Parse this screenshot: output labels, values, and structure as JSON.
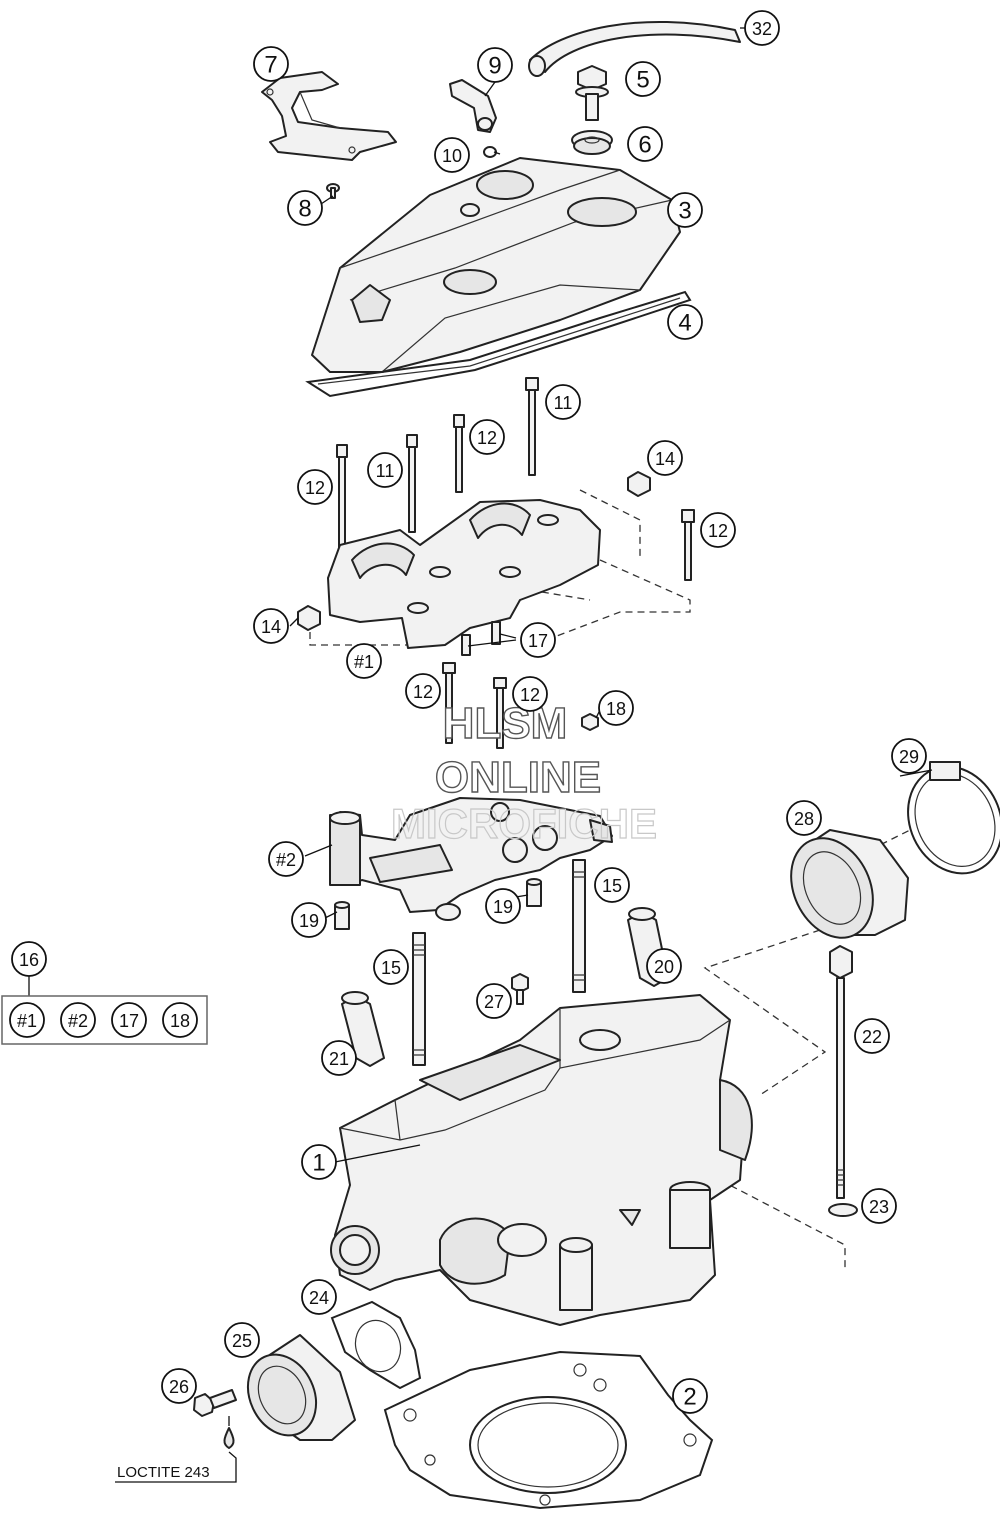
{
  "diagram": {
    "callouts": [
      "32",
      "7",
      "9",
      "5",
      "10",
      "6",
      "8",
      "3",
      "4",
      "11",
      "12",
      "11",
      "12",
      "14",
      "12",
      "14",
      "#1",
      "17",
      "12",
      "12",
      "18",
      "29",
      "28",
      "#2",
      "15",
      "19",
      "19",
      "20",
      "15",
      "16",
      "#1",
      "#2",
      "17",
      "18",
      "27",
      "22",
      "21",
      "1",
      "23",
      "24",
      "25",
      "2",
      "26"
    ],
    "kit_group": {
      "label": "16",
      "members": [
        "#1",
        "#2",
        "17",
        "18"
      ]
    },
    "note": "LOCTITE 243",
    "watermark": {
      "line1": "HLSM",
      "line2": "ONLINE",
      "line3": "MICROFICHE"
    }
  }
}
